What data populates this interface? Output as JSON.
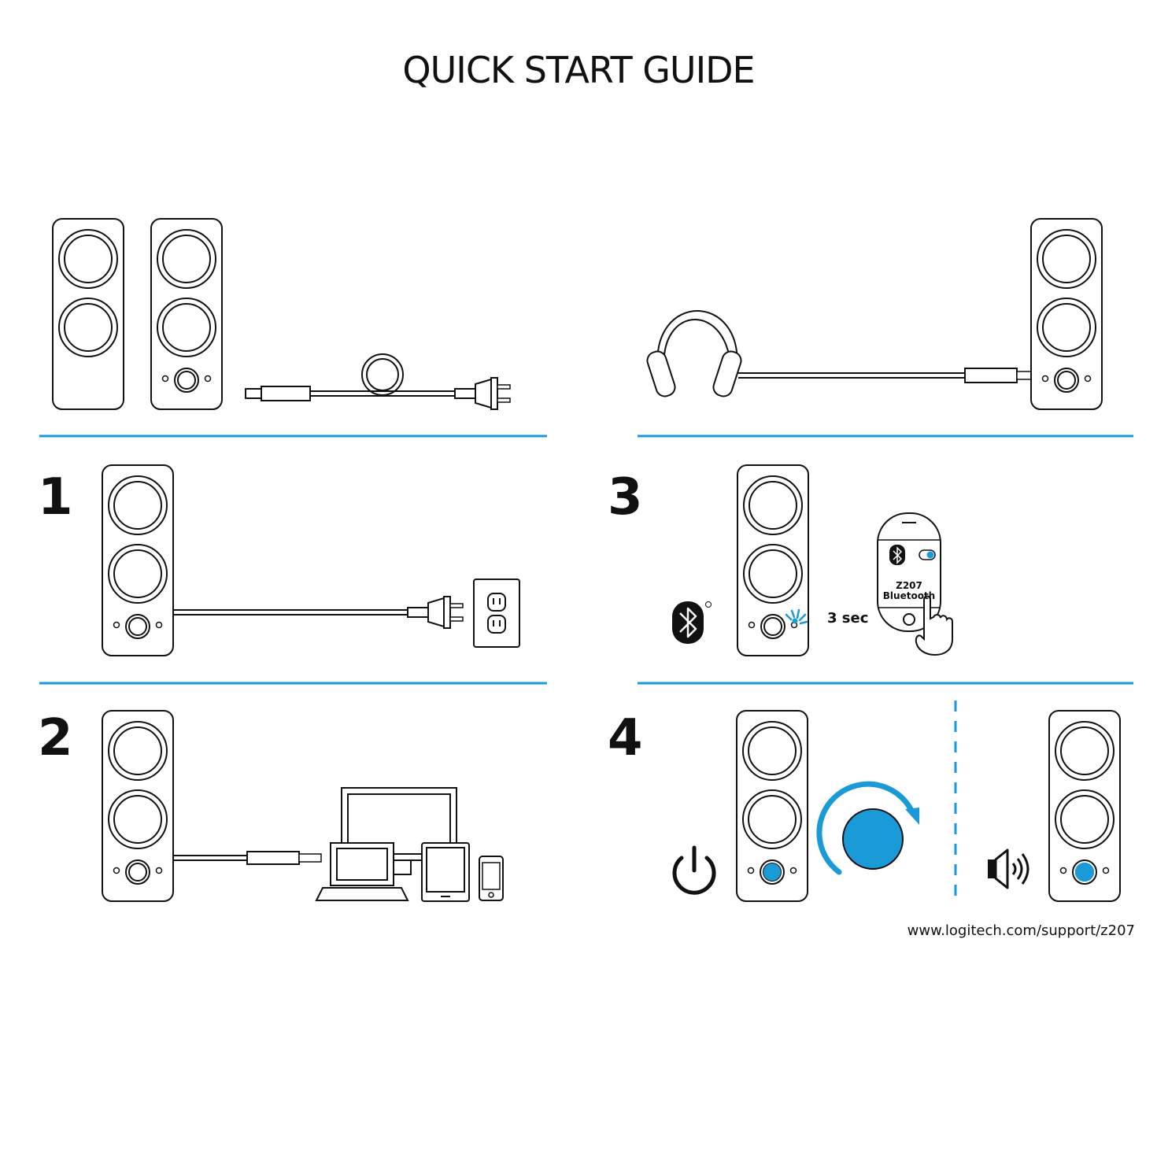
{
  "document": {
    "title": "QUICK START GUIDE",
    "url": "www.logitech.com/support/z207"
  },
  "steps": [
    {
      "number": "1"
    },
    {
      "number": "2"
    },
    {
      "number": "3",
      "hold_label": "3 sec",
      "phone_line1": "Z207",
      "phone_line2": "Bluetooth"
    },
    {
      "number": "4"
    }
  ],
  "icons": {
    "bluetooth": "bluetooth-icon",
    "power": "power-icon",
    "volume": "volume-icon",
    "hand": "pointing-hand-icon"
  },
  "colors": {
    "accent": "#1a9bd7",
    "line": "#111111"
  }
}
